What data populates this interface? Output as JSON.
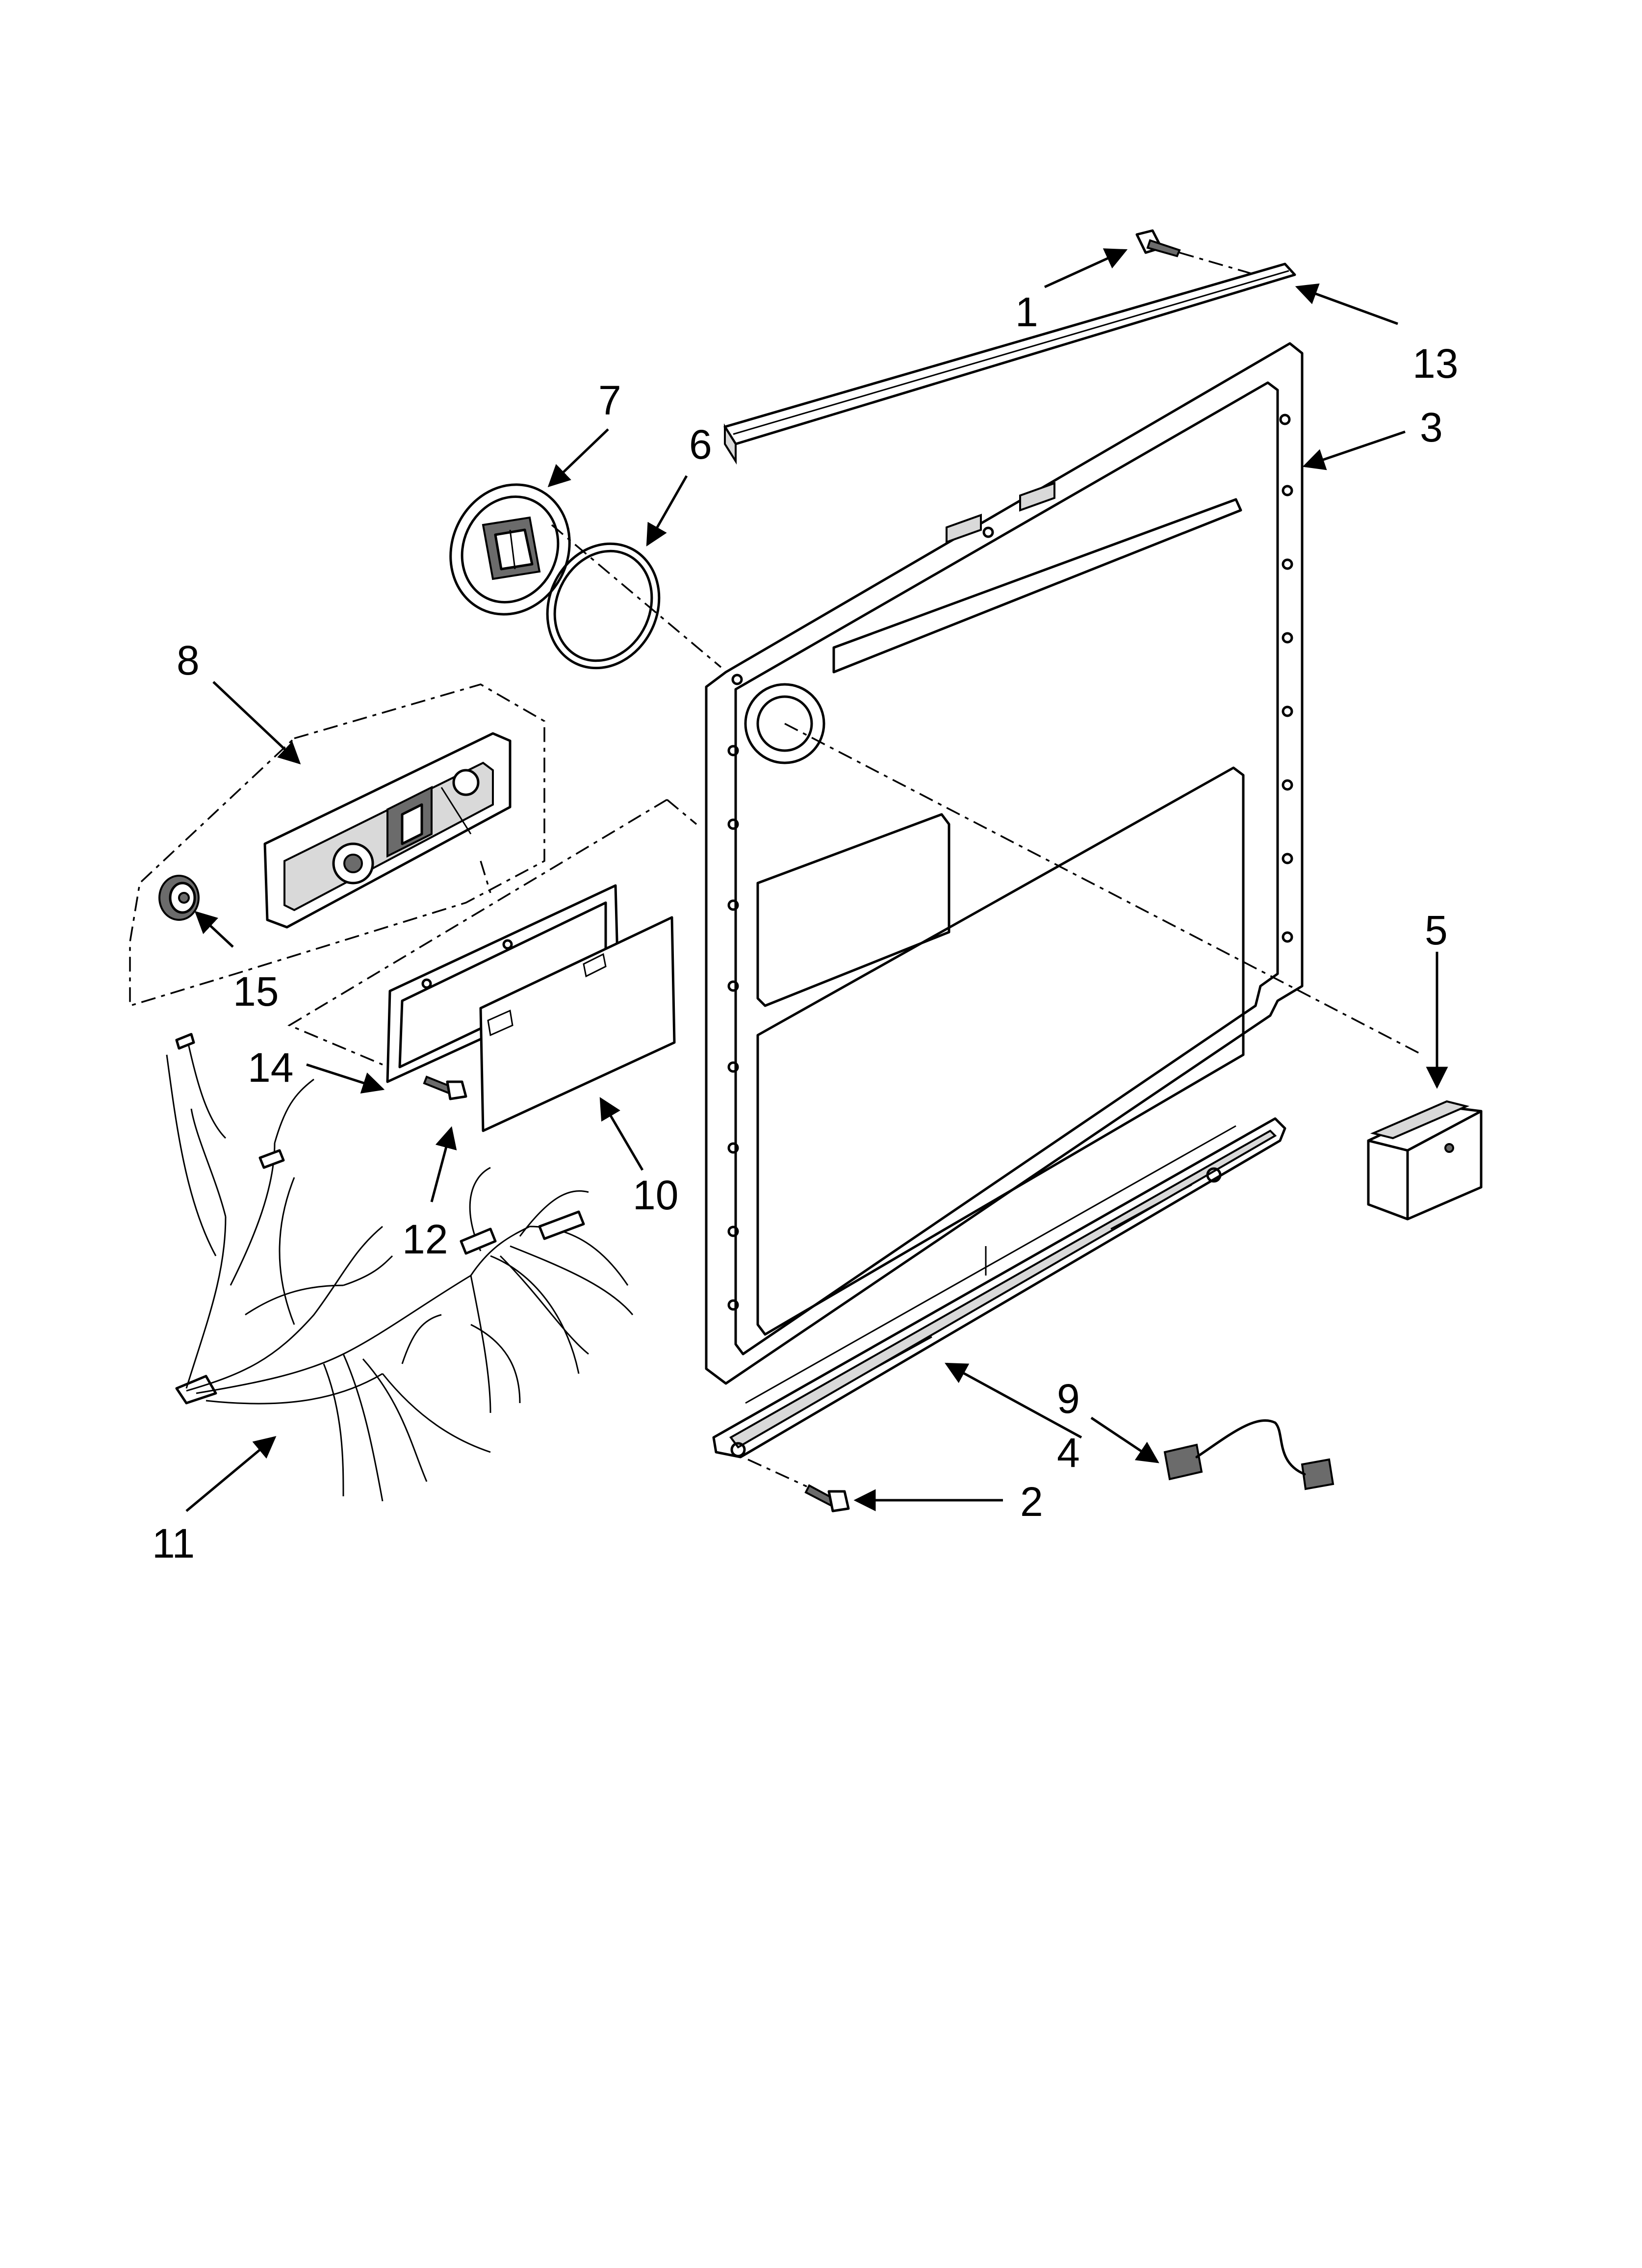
{
  "diagram": {
    "callouts": [
      {
        "id": "c1",
        "text": "1"
      },
      {
        "id": "c2",
        "text": "2"
      },
      {
        "id": "c3",
        "text": "3"
      },
      {
        "id": "c4",
        "text": "4"
      },
      {
        "id": "c5",
        "text": "5"
      },
      {
        "id": "c6",
        "text": "6"
      },
      {
        "id": "c7",
        "text": "7"
      },
      {
        "id": "c8",
        "text": "8"
      },
      {
        "id": "c9",
        "text": "9"
      },
      {
        "id": "c10",
        "text": "10"
      },
      {
        "id": "c11",
        "text": "11"
      },
      {
        "id": "c12",
        "text": "12"
      },
      {
        "id": "c13",
        "text": "13"
      },
      {
        "id": "c14",
        "text": "14"
      },
      {
        "id": "c15",
        "text": "15"
      }
    ]
  }
}
